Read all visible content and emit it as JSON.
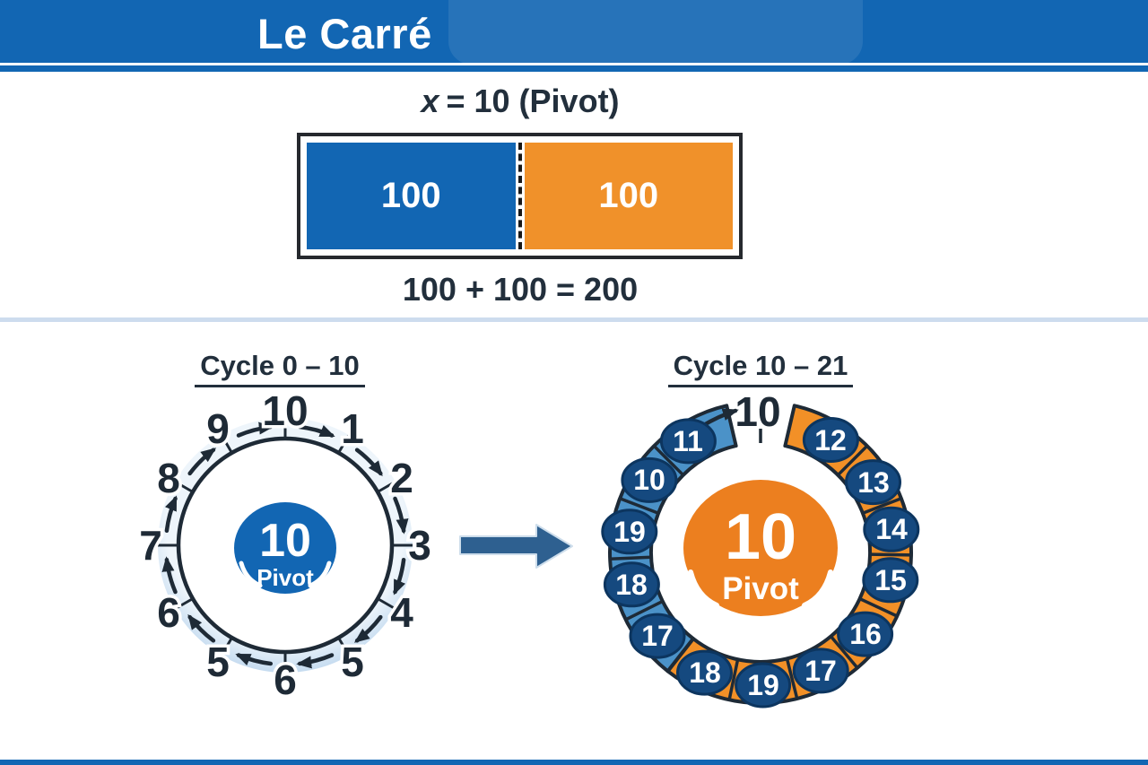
{
  "header": {
    "title": "Le Carré"
  },
  "formula": {
    "x": "x",
    "rest": "= 10 (Pivot)"
  },
  "square": {
    "left_value": "100",
    "right_value": "100",
    "sum": "100 + 100 = 200"
  },
  "left_cycle": {
    "title": "Cycle 0 – 10",
    "numbers": [
      "10",
      "1",
      "2",
      "3",
      "4",
      "5",
      "6",
      "5",
      "6",
      "7",
      "8",
      "9"
    ],
    "pivot": {
      "value": "10",
      "label": "Pivot"
    }
  },
  "right_cycle": {
    "title": "Cycle 10 – 21",
    "top_number": "10",
    "badges": [
      "12",
      "13",
      "14",
      "15",
      "16",
      "17",
      "19",
      "18",
      "17",
      "18",
      "19",
      "10",
      "11"
    ],
    "pivot": {
      "value": "10",
      "label": "Pivot"
    }
  },
  "colors": {
    "header_blue": "#1266b3",
    "square_blue": "#1266b3",
    "square_orange": "#f0912a",
    "ring_light_blue": "#cfe2f3",
    "ring_orange": "#f29027",
    "ring_blue": "#4b92c8",
    "badge_navy": "#15497f",
    "pivot_blue": "#1266b3",
    "pivot_orange": "#ec7f1f",
    "dark_text": "#222f3c",
    "big_arrow_blue": "#2e6090",
    "divider_light_blue": "#cddcee"
  }
}
